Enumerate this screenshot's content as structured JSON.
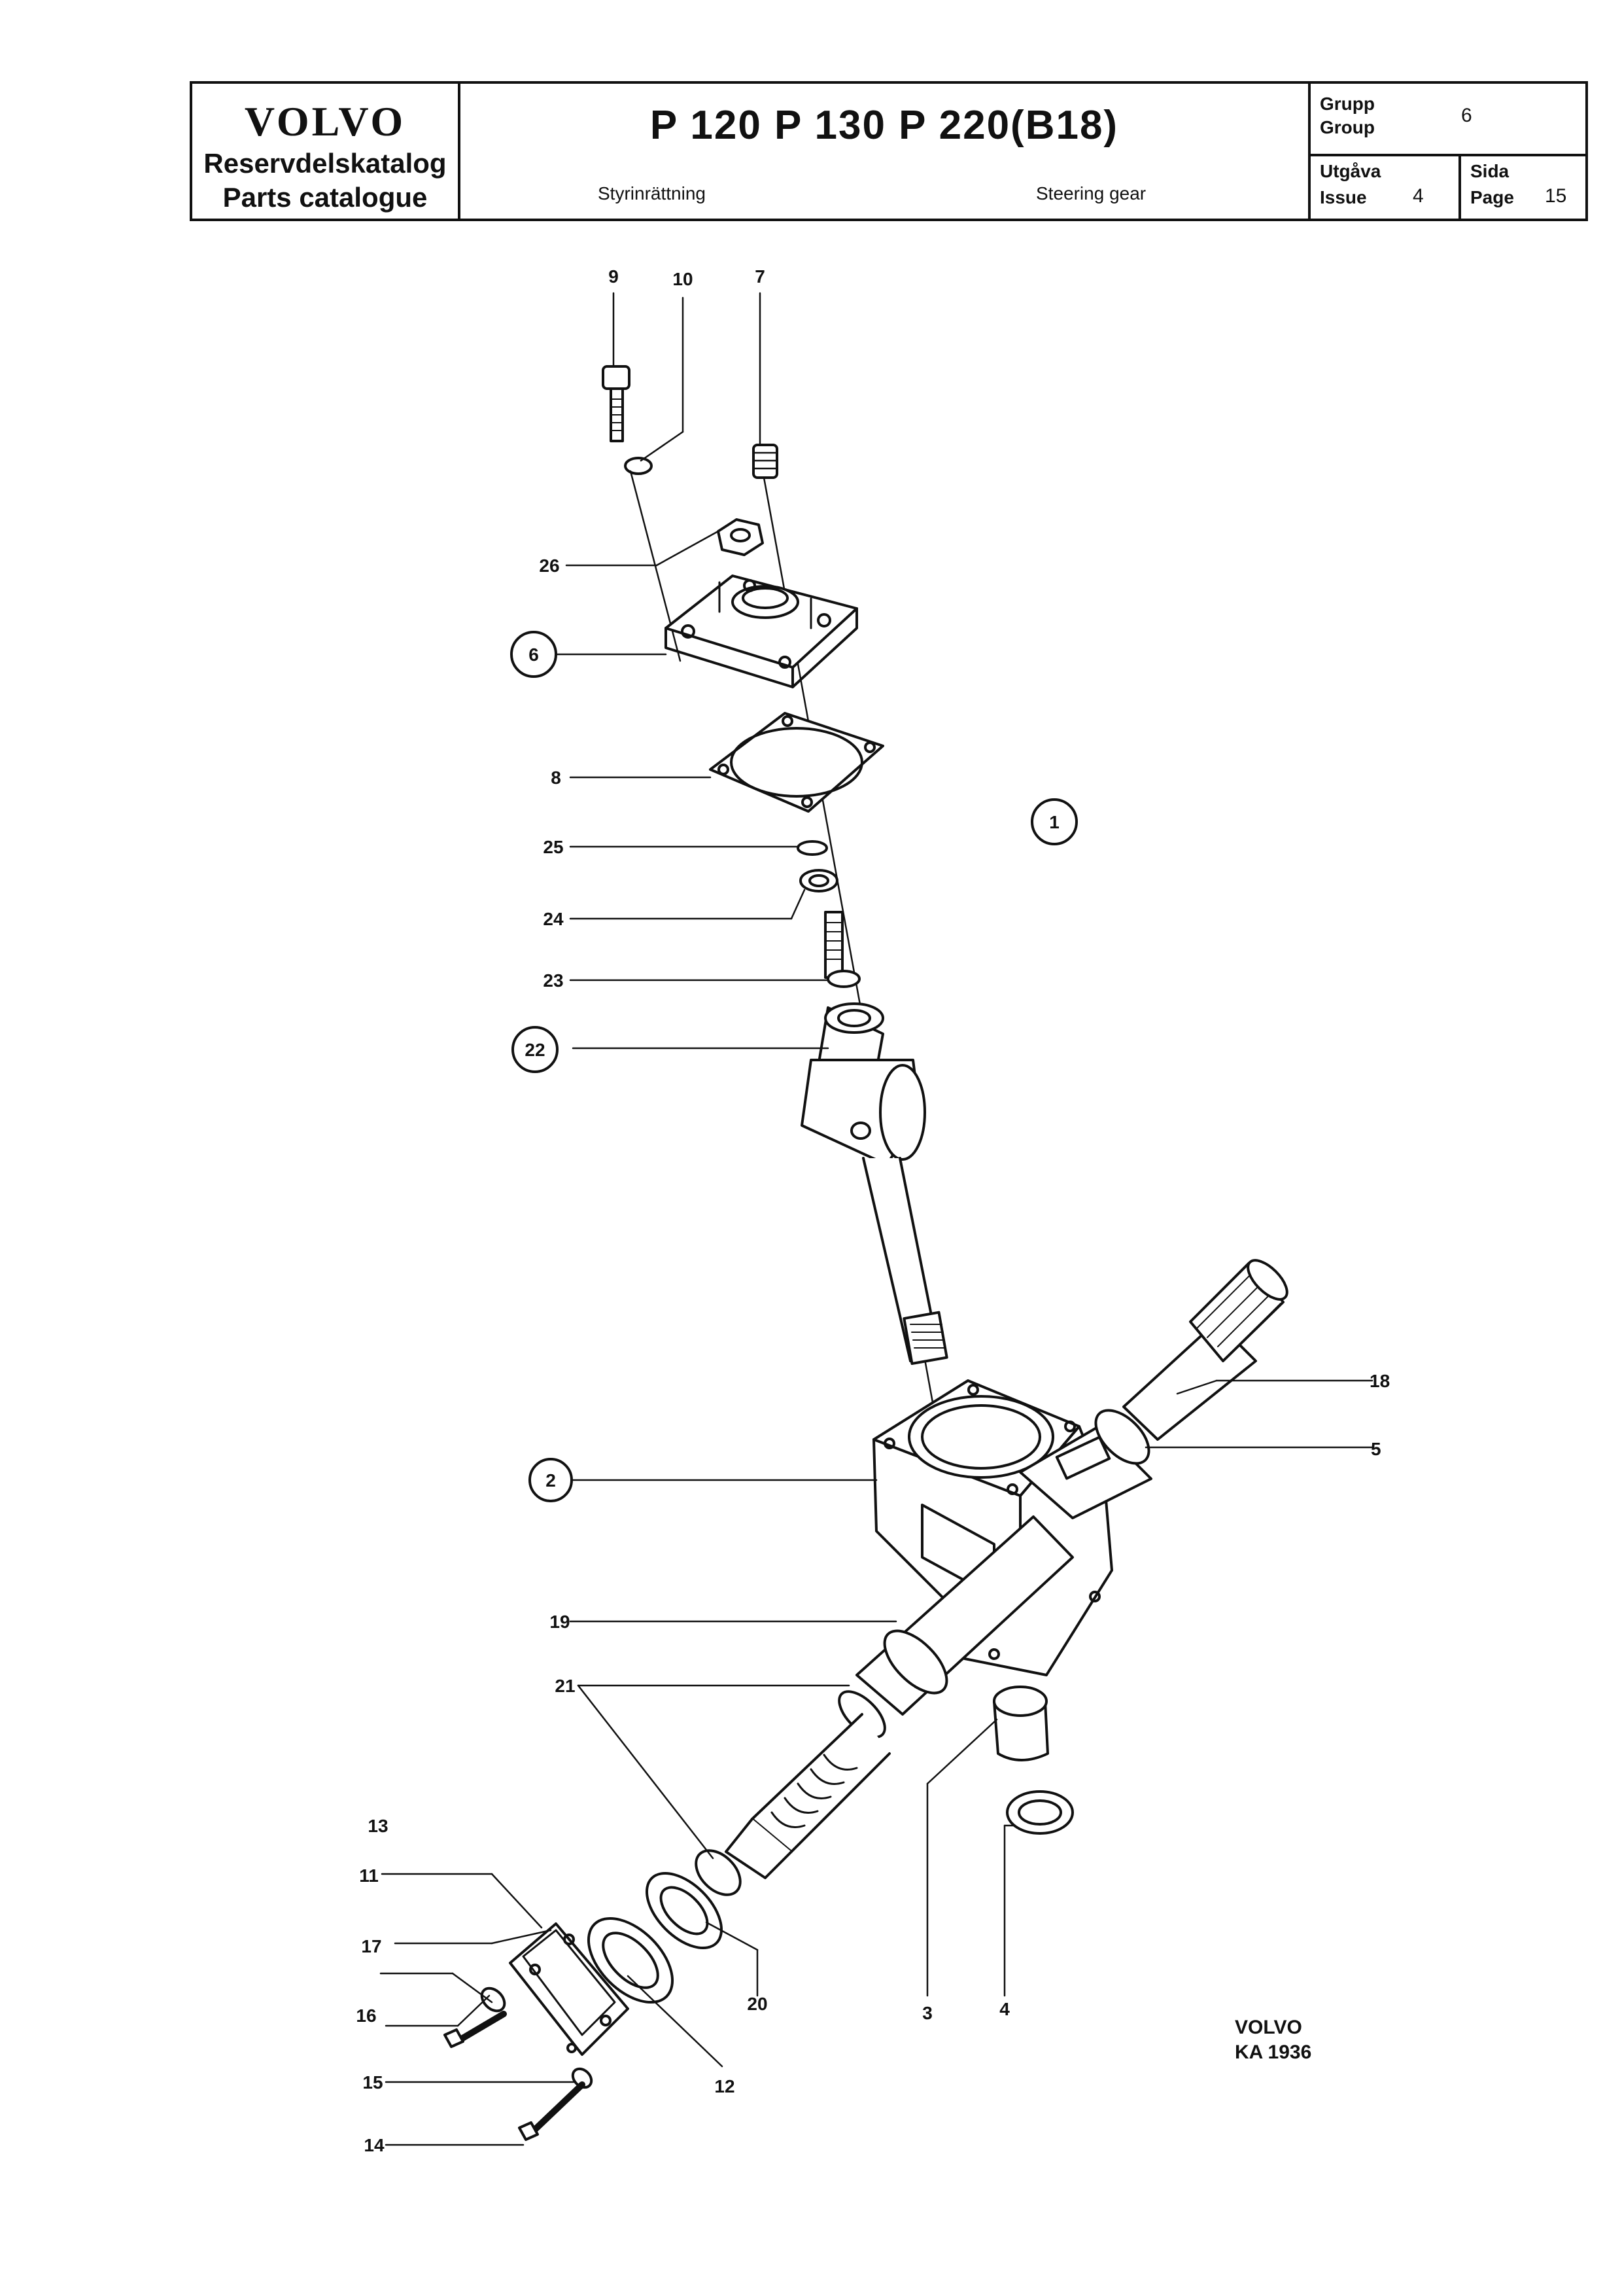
{
  "header": {
    "brand_logo": "VOLVO",
    "brand_line1": "Reservdelskatalog",
    "brand_line2": "Parts catalogue",
    "models": "P 120  P 130  P 220(B18)",
    "title_sv": "Styrinrättning",
    "title_en": "Steering gear",
    "group_label_sv": "Grupp",
    "group_label_en": "Group",
    "group_value": "6",
    "issue_label_sv": "Utgåva",
    "issue_label_en": "Issue",
    "issue_value": "4",
    "page_label_sv": "Sida",
    "page_label_en": "Page",
    "page_value": "15"
  },
  "callouts": {
    "p1": "1",
    "p2": "2",
    "p3": "3",
    "p4": "4",
    "p5": "5",
    "p6": "6",
    "p7": "7",
    "p8": "8",
    "p9": "9",
    "p10": "10",
    "p11": "11",
    "p12": "12",
    "p13": "13",
    "p14": "14",
    "p15": "15",
    "p16": "16",
    "p17": "17",
    "p18": "18",
    "p19": "19",
    "p20": "20",
    "p21": "21",
    "p22": "22",
    "p23": "23",
    "p24": "24",
    "p25": "25",
    "p26": "26"
  },
  "stamp": {
    "line1": "VOLVO",
    "line2": "KA 1936"
  }
}
